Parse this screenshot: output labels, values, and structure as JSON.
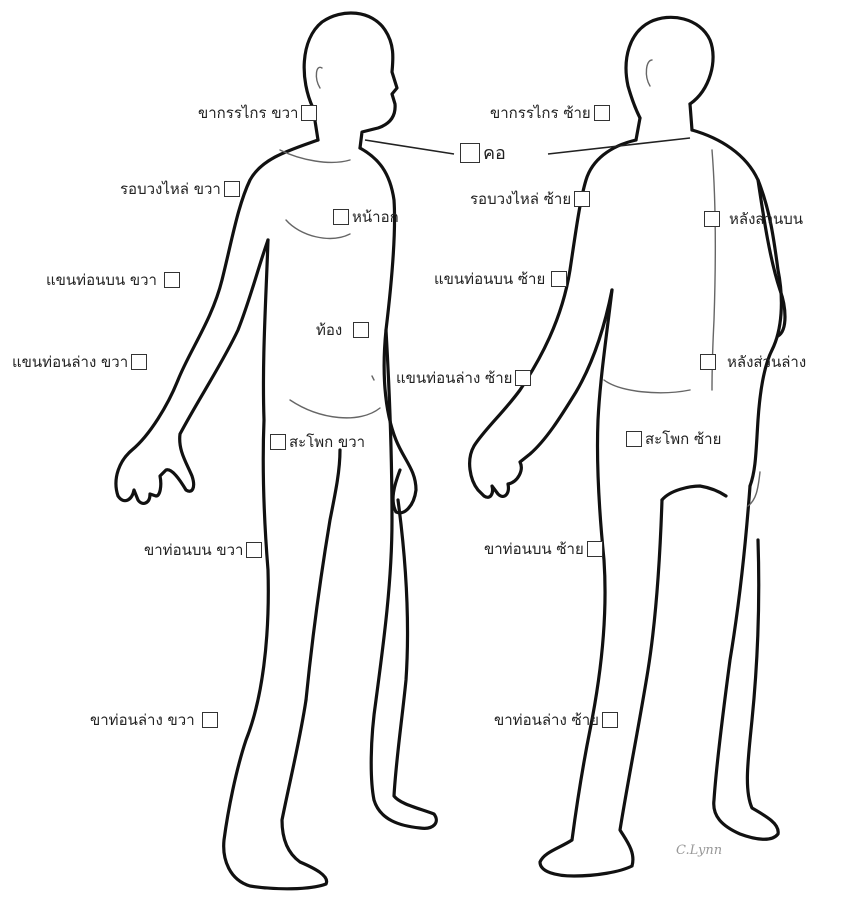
{
  "signature": "C.Lynn",
  "regions": {
    "jaw_right": "ขากรรไกร ขวา",
    "neck": "คอ",
    "jaw_left": "ขากรรไกร ซ้าย",
    "shoulder_right": "รอบวงไหล่ ขวา",
    "shoulder_left": "รอบวงไหล่ ซ้าย",
    "chest": "หน้าอก",
    "upper_back": "หลังส่วนบน",
    "upper_arm_right": "แขนท่อนบน ขวา",
    "upper_arm_left": "แขนท่อนบน ซ้าย",
    "abdomen": "ท้อง",
    "forearm_right": "แขนท่อนล่าง ขวา",
    "forearm_left": "แขนท่อนล่าง ซ้าย",
    "lower_back": "หลังส่วนล่าง",
    "hip_right": "สะโพก ขวา",
    "hip_left": "สะโพก ซ้าย",
    "thigh_right": "ขาท่อนบน ขวา",
    "thigh_left": "ขาท่อนบน ซ้าย",
    "shin_right": "ขาท่อนล่าง ขวา",
    "shin_left": "ขาท่อนล่าง ซ้าย"
  }
}
